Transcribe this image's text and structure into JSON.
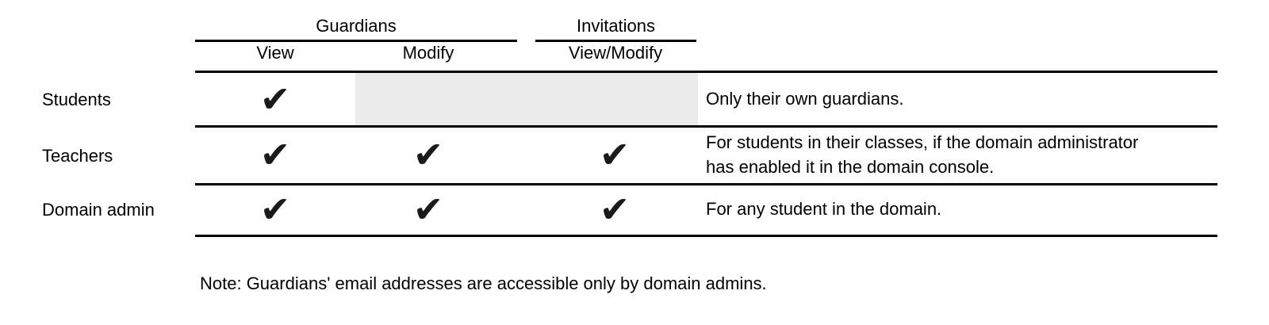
{
  "table": {
    "group_headers": {
      "guardians": "Guardians",
      "invitations": "Invitations"
    },
    "columns": {
      "view": "View",
      "modify": "Modify",
      "view_modify": "View/Modify"
    },
    "rows": [
      {
        "label": "Students",
        "checks": {
          "view": "✔"
        },
        "note_lines": [
          "Only their own guardians."
        ]
      },
      {
        "label": "Teachers",
        "checks": {
          "view": "✔",
          "modify": "✔",
          "view_modify": "✔"
        },
        "note_lines": [
          "For students in their classes, if the domain administrator",
          "has enabled it in the domain console."
        ]
      },
      {
        "label": "Domain admin",
        "checks": {
          "view": "✔",
          "modify": "✔",
          "view_modify": "✔"
        },
        "note_lines": [
          "For any student in the domain."
        ]
      }
    ]
  },
  "footnote": "Note: Guardians' email addresses are accessible only by domain admins.",
  "colors": {
    "text": "#000000",
    "line": "#000000",
    "check": "#1a1a1a",
    "shaded_cell": "#ebebeb",
    "background": "#ffffff"
  }
}
